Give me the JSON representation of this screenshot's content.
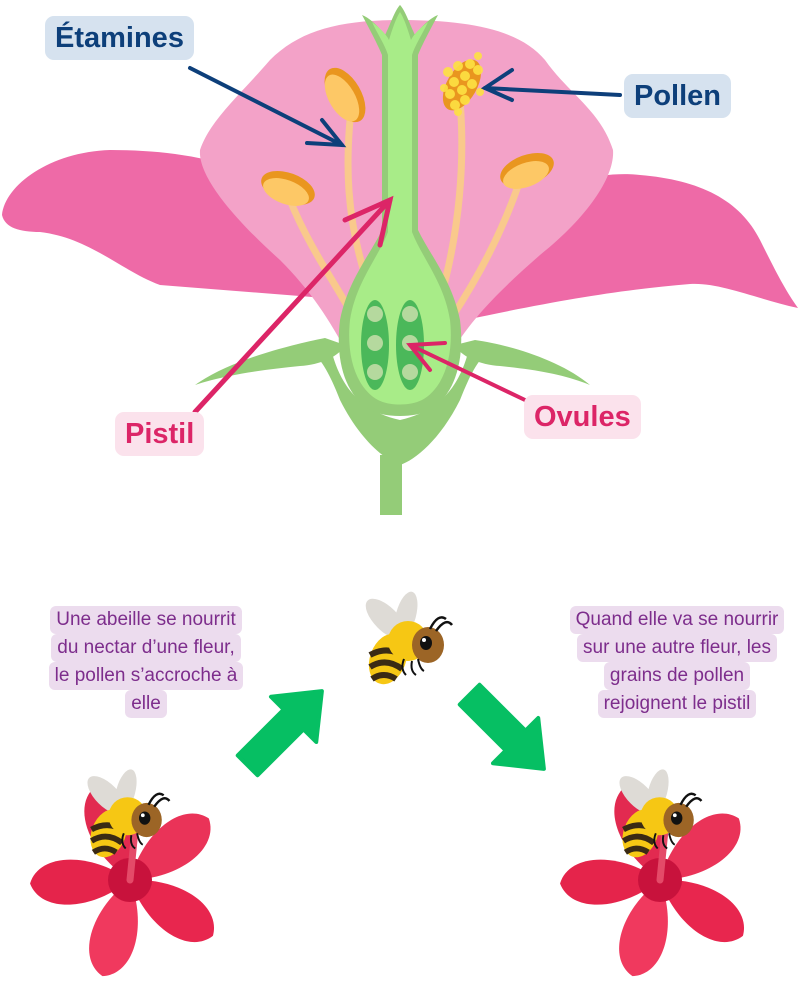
{
  "diagram": {
    "title": "Flower anatomy and bee pollination",
    "colors": {
      "petal_outer": "#ee6aa7",
      "petal_inner": "#f3a2c8",
      "stem_green": "#94cc78",
      "pistil_green": "#a8ec88",
      "ovary_dark_green": "#4bb85a",
      "ovule_light": "#b5d99e",
      "anther_orange": "#e9961f",
      "anther_yellow": "#fdc866",
      "filament": "#f9c98c",
      "pollen_yellow": "#fde243",
      "arrow_blue": "#0d3f7a",
      "arrow_pink": "#dc2567",
      "arrow_green": "#06bf63",
      "label_blue_bg": "#d6e2ef",
      "label_pink_bg": "#fbe2ec",
      "caption_bg": "#ecdcee",
      "caption_text": "#7d2d8c",
      "hibiscus_red": "#e8234d"
    },
    "labels": {
      "etamines": "Étamines",
      "pollen": "Pollen",
      "pistil": "Pistil",
      "ovules": "Ovules"
    },
    "captions": {
      "left": [
        "Une abeille se nourrit",
        "du nectar d’une fleur,",
        "le pollen s’accroche à",
        "elle"
      ],
      "right": [
        "Quand elle va se nourrir",
        "sur une autre fleur, les",
        "grains de pollen",
        "rejoignent le pistil"
      ]
    },
    "icons": {
      "bee": "bee-icon",
      "hibiscus": "hibiscus-flower-icon",
      "arrow_up": "arrow-up-right-icon",
      "arrow_down": "arrow-down-right-icon"
    }
  }
}
